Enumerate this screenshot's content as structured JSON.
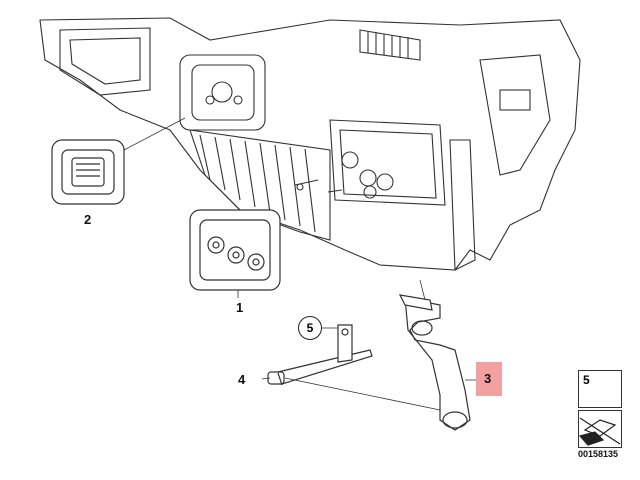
{
  "callouts": {
    "part1": "1",
    "part2": "2",
    "part3": "3",
    "part4": "4",
    "part5": "5"
  },
  "legend": {
    "part5_label": "5"
  },
  "reference_number": "00158135",
  "colors": {
    "highlight": "#f2a0a0",
    "line": "#222222",
    "background": "#ffffff"
  }
}
